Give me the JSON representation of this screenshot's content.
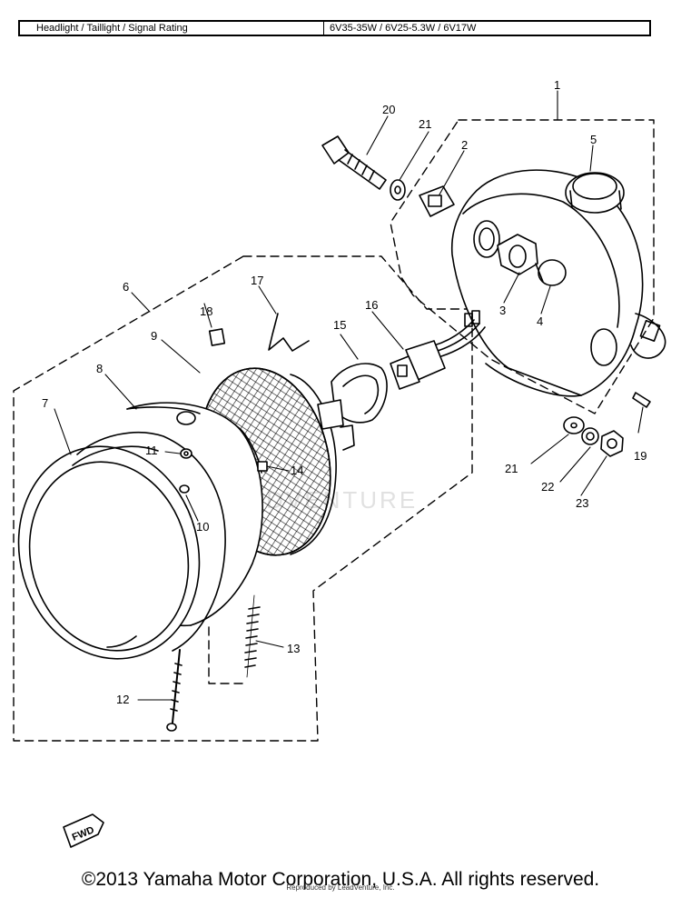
{
  "spec": {
    "label": "Headlight / Taillight / Signal Rating",
    "value": "6V35-35W / 6V25-5.3W / 6V17W"
  },
  "callouts": {
    "c1": "1",
    "c2": "2",
    "c3": "3",
    "c4": "4",
    "c5": "5",
    "c6": "6",
    "c7": "7",
    "c8": "8",
    "c9": "9",
    "c10": "10",
    "c11": "11",
    "c12": "12",
    "c13": "13",
    "c14": "14",
    "c15": "15",
    "c16": "16",
    "c17": "17",
    "c18": "18",
    "c19": "19",
    "c20": "20",
    "c21a": "21",
    "c21b": "21",
    "c22": "22",
    "c23": "23"
  },
  "fwd_label": "FWD",
  "watermark": "LEADVENTURE",
  "footer": {
    "copyright": "©2013 Yamaha Motor Corporation, U.S.A. All rights reserved.",
    "reproduced": "Reproduced by LeadVenture, Inc."
  }
}
